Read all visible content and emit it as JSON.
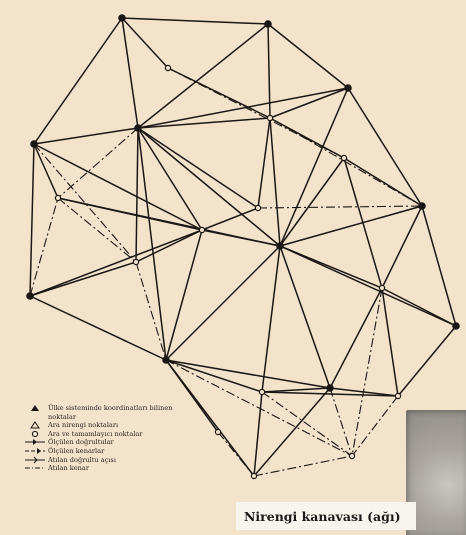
{
  "caption": "Nirengi kanavası (ağı)",
  "legend": [
    {
      "symbol": "triangle-icon",
      "text": "Ülke sisteminde koordinatları bilinen noktalar"
    },
    {
      "symbol": "hollow-triangle-icon",
      "text": "Ara nirengi noktaları"
    },
    {
      "symbol": "circle-icon",
      "text": "Ara ve tamamlayıcı noktalar"
    },
    {
      "symbol": "measured-direction-icon",
      "text": "Ölçülen doğrultular"
    },
    {
      "symbol": "measured-edge-icon",
      "text": "Ölçülen kenarlar"
    },
    {
      "symbol": "dropped-direction-icon",
      "text": "Atılan doğrultu açısı"
    },
    {
      "symbol": "dropped-edge-icon",
      "text": "Atılan kenar"
    }
  ],
  "colors": {
    "paper": "#f3e3cb",
    "ink": "#1b1714",
    "caption_bg": "#f8f4ee"
  }
}
